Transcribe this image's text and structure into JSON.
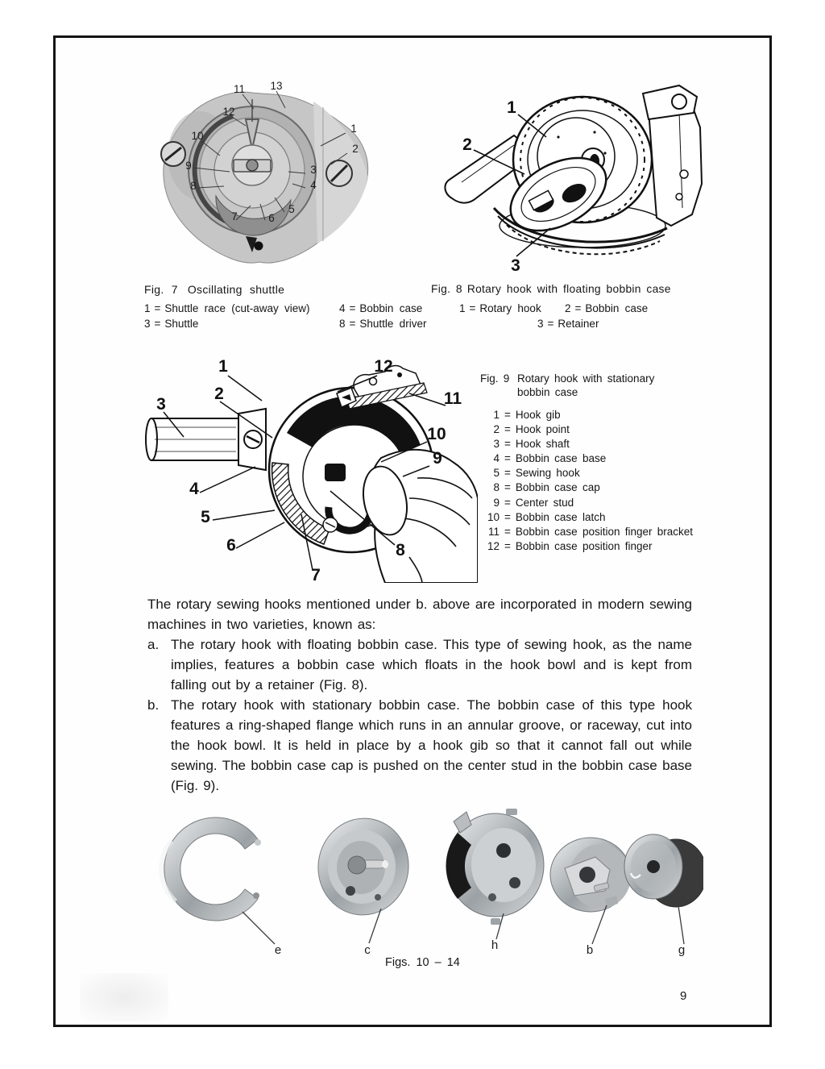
{
  "symbols": {
    "eq": "="
  },
  "page_number": "9",
  "fig7": {
    "fig_label": "Fig. 7",
    "title": "Oscillating shuttle",
    "legend": [
      {
        "num": "1",
        "label": "Shuttle race (cut-away view)"
      },
      {
        "num": "4",
        "label": "Bobbin case"
      },
      {
        "num": "3",
        "label": "Shuttle"
      },
      {
        "num": "8",
        "label": "Shuttle driver"
      }
    ],
    "callouts": [
      "11",
      "13",
      "12",
      "10",
      "9",
      "8",
      "1",
      "2",
      "3",
      "4",
      "5",
      "6",
      "7"
    ]
  },
  "fig8": {
    "fig_label": "Fig. 8",
    "title": "Rotary hook with floating bobbin case",
    "legend": [
      {
        "num": "1",
        "label": "Rotary hook"
      },
      {
        "num": "2",
        "label": "Bobbin case"
      },
      {
        "num": "3",
        "label": "Retainer"
      }
    ],
    "callouts": [
      "1",
      "2",
      "3"
    ]
  },
  "fig9": {
    "fig_label": "Fig. 9",
    "title": "Rotary hook with stationary bobbin case",
    "legend": [
      {
        "num": "1",
        "label": "Hook gib"
      },
      {
        "num": "2",
        "label": "Hook point"
      },
      {
        "num": "3",
        "label": "Hook shaft"
      },
      {
        "num": "4",
        "label": "Bobbin case base"
      },
      {
        "num": "5",
        "label": "Sewing hook"
      },
      {
        "num": "8",
        "label": "Bobbin case cap"
      },
      {
        "num": "9",
        "label": "Center stud"
      },
      {
        "num": "10",
        "label": "Bobbin case latch"
      },
      {
        "num": "11",
        "label": "Bobbin case position finger bracket"
      },
      {
        "num": "12",
        "label": "Bobbin case position finger"
      }
    ],
    "callouts": [
      "3",
      "1",
      "2",
      "12",
      "11",
      "10",
      "9",
      "4",
      "5",
      "6",
      "7",
      "8"
    ]
  },
  "body": {
    "intro": "The rotary sewing hooks mentioned under b. above are incorporated in modern sewing machines in two varieties, known as:",
    "items": [
      {
        "marker": "a.",
        "text": "The rotary hook with floating bobbin case. This type of sewing hook, as the name implies, features a bobbin case which floats in the hook bowl and is kept from falling out by a retainer (Fig. 8)."
      },
      {
        "marker": "b.",
        "text": "The rotary hook with stationary bobbin case. The bobbin case of this type hook features a ring-shaped flange which runs in an annular groove, or raceway, cut into the hook bowl. It is held in place by a hook gib so that it cannot fall out while sewing. The bobbin case cap is pushed on the center stud in the bobbin case base (Fig. 9)."
      }
    ]
  },
  "figs10_14": {
    "caption": "Figs. 10 – 14",
    "labels": [
      "e",
      "c",
      "h",
      "b",
      "g"
    ]
  }
}
